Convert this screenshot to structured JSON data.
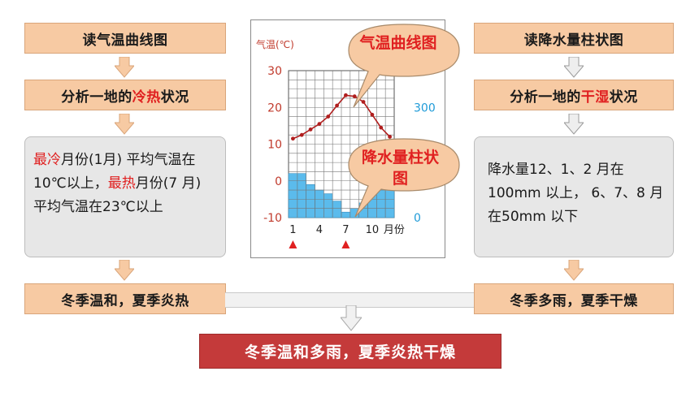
{
  "left": {
    "step1": "读气温曲线图",
    "step2_prefix": "分析一地的",
    "step2_hl1": "冷",
    "step2_hl2": "热",
    "step2_suffix": "状况",
    "info_hl1": "最冷",
    "info_text1": "月份(1月) 平均气温在10℃以上，",
    "info_hl2": "最热",
    "info_text2": "月份(7 月) 平均气温在23℃以上",
    "result": "冬季温和，夏季炎热"
  },
  "right": {
    "step1": "读降水量柱状图",
    "step2_prefix": "分析一地的",
    "step2_hl1": "干",
    "step2_hl2": "湿",
    "step2_suffix": "状况",
    "info_text": "降水量12、1、2 月在100mm 以上， 6、7、8 月在50mm 以下",
    "result": "冬季多雨，夏季干燥"
  },
  "final": "冬季温和多雨，夏季炎热干燥",
  "callouts": {
    "temp": "气温曲线图",
    "precip": "降水量柱状图"
  },
  "chart_data": {
    "type": "line",
    "ylabel": "气温(℃)",
    "xlabel": "月份",
    "y_ticks": [
      "30",
      "20",
      "10",
      "0",
      "-10"
    ],
    "y2_ticks": [
      "300",
      "0"
    ],
    "x_ticks": [
      "1",
      "4",
      "7",
      "10"
    ],
    "x_tick_months": [
      1,
      4,
      7,
      10
    ],
    "ylim": [
      -10,
      30
    ],
    "y2lim": [
      0,
      400
    ],
    "temperature": [
      11.5,
      12.5,
      14.0,
      15.5,
      17.5,
      20.5,
      23.3,
      23.0,
      21.5,
      18.0,
      14.5,
      12.0
    ],
    "precipitation": [
      120,
      120,
      90,
      75,
      65,
      45,
      15,
      25,
      40,
      70,
      95,
      115
    ],
    "markers": [
      1,
      7
    ],
    "colors": {
      "temp": "#b01e1e",
      "precip": "#5bbbec",
      "axis_left": "#c0392b",
      "axis_right": "#1f9bd8"
    }
  }
}
